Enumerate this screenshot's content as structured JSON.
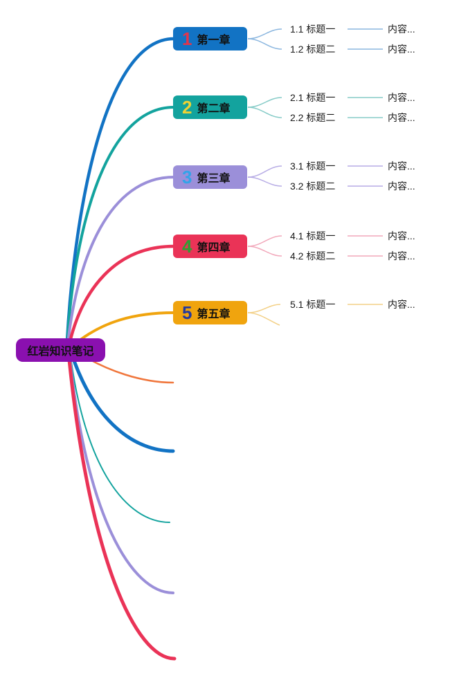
{
  "root": {
    "label": "红岩知识笔记",
    "color": "#8A10AF"
  },
  "branches": [
    {
      "number": "1",
      "label": "第一章",
      "color": "#1273C4",
      "number_color": "#E2354B",
      "line_color": "#8AB6DF",
      "children": [
        {
          "label": "1.1 标题一",
          "content": "内容..."
        },
        {
          "label": "1.2 标题二",
          "content": "内容..."
        }
      ]
    },
    {
      "number": "2",
      "label": "第二章",
      "color": "#13A39E",
      "number_color": "#EDD234",
      "line_color": "#85CBC7",
      "children": [
        {
          "label": "2.1 标题一",
          "content": "内容..."
        },
        {
          "label": "2.2 标题二",
          "content": "内容..."
        }
      ]
    },
    {
      "number": "3",
      "label": "第三章",
      "color": "#9B8FD9",
      "number_color": "#33A3E8",
      "line_color": "#B7ACE5",
      "children": [
        {
          "label": "3.1 标题一",
          "content": "内容..."
        },
        {
          "label": "3.2 标题二",
          "content": "内容..."
        }
      ]
    },
    {
      "number": "4",
      "label": "第四章",
      "color": "#EA3357",
      "number_color": "#2F9E33",
      "line_color": "#F2A7BA",
      "children": [
        {
          "label": "4.1 标题一",
          "content": "内容..."
        },
        {
          "label": "4.2 标题二",
          "content": "内容..."
        }
      ]
    },
    {
      "number": "5",
      "label": "第五章",
      "color": "#F0A40E",
      "number_color": "#24399E",
      "line_color": "#F3D086",
      "children": [
        {
          "label": "5.1 标题一",
          "content": "内容..."
        }
      ]
    }
  ],
  "unlabeled_branches": [
    {
      "color": "#F0763C"
    },
    {
      "color": "#1273C4"
    },
    {
      "color": "#13A39E"
    },
    {
      "color": "#9B8FD9"
    },
    {
      "color": "#EA3357"
    }
  ]
}
